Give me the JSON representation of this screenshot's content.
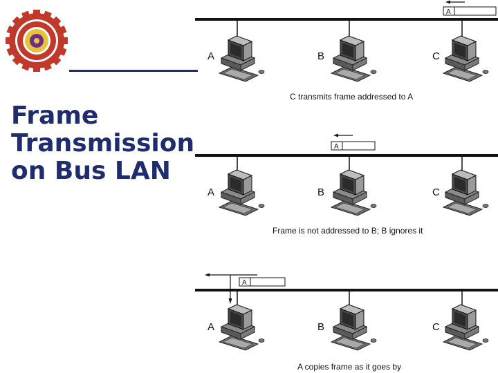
{
  "slide": {
    "title_lines": [
      "Frame",
      "Transmission",
      "on Bus LAN"
    ]
  },
  "colors": {
    "title": "#1f2d6e",
    "logo_gear": "#c0392b",
    "logo_inner": "#e8c23a",
    "logo_center": "#6b2d87"
  },
  "icons": [
    "university-logo",
    "computer-workstation-icon",
    "arrow-left-icon",
    "arrow-down-icon"
  ],
  "panels": [
    {
      "stations": [
        "A",
        "B",
        "C"
      ],
      "frame_label": "A",
      "caption": "C transmits frame addressed to A"
    },
    {
      "stations": [
        "A",
        "B",
        "C"
      ],
      "frame_label": "A",
      "caption": "Frame is not addressed to B; B ignores it"
    },
    {
      "stations": [
        "A",
        "B",
        "C"
      ],
      "frame_label": "A",
      "caption": "A copies frame as it goes by"
    }
  ]
}
